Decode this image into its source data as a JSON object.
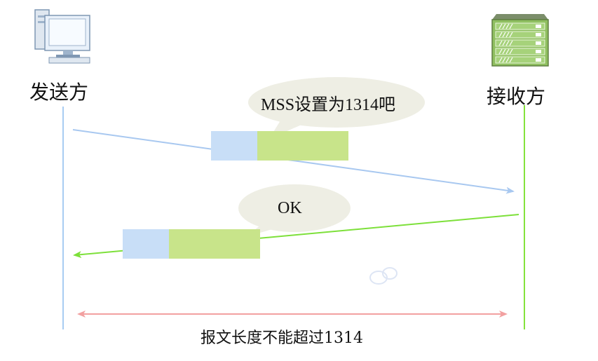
{
  "nodes": {
    "sender": {
      "label": "发送方",
      "icon": "computer-icon"
    },
    "receiver": {
      "label": "接收方",
      "icon": "server-icon"
    }
  },
  "messages": [
    {
      "text": "MSS设置为1314吧",
      "direction": "sender-to-receiver"
    },
    {
      "text": "OK",
      "direction": "receiver-to-sender"
    }
  ],
  "caption": "报文长度不能超过1314",
  "colors": {
    "sender_line": "#a8ccf2",
    "receiver_line": "#84e23c",
    "request_arrow": "#a8c8f0",
    "reply_arrow": "#7de03a",
    "span_arrow": "#f2a0a0",
    "packet_header": "#c8def7",
    "packet_body": "#c8e48a",
    "bubble": "#eeeee4",
    "server_body": "#8fbf60"
  }
}
